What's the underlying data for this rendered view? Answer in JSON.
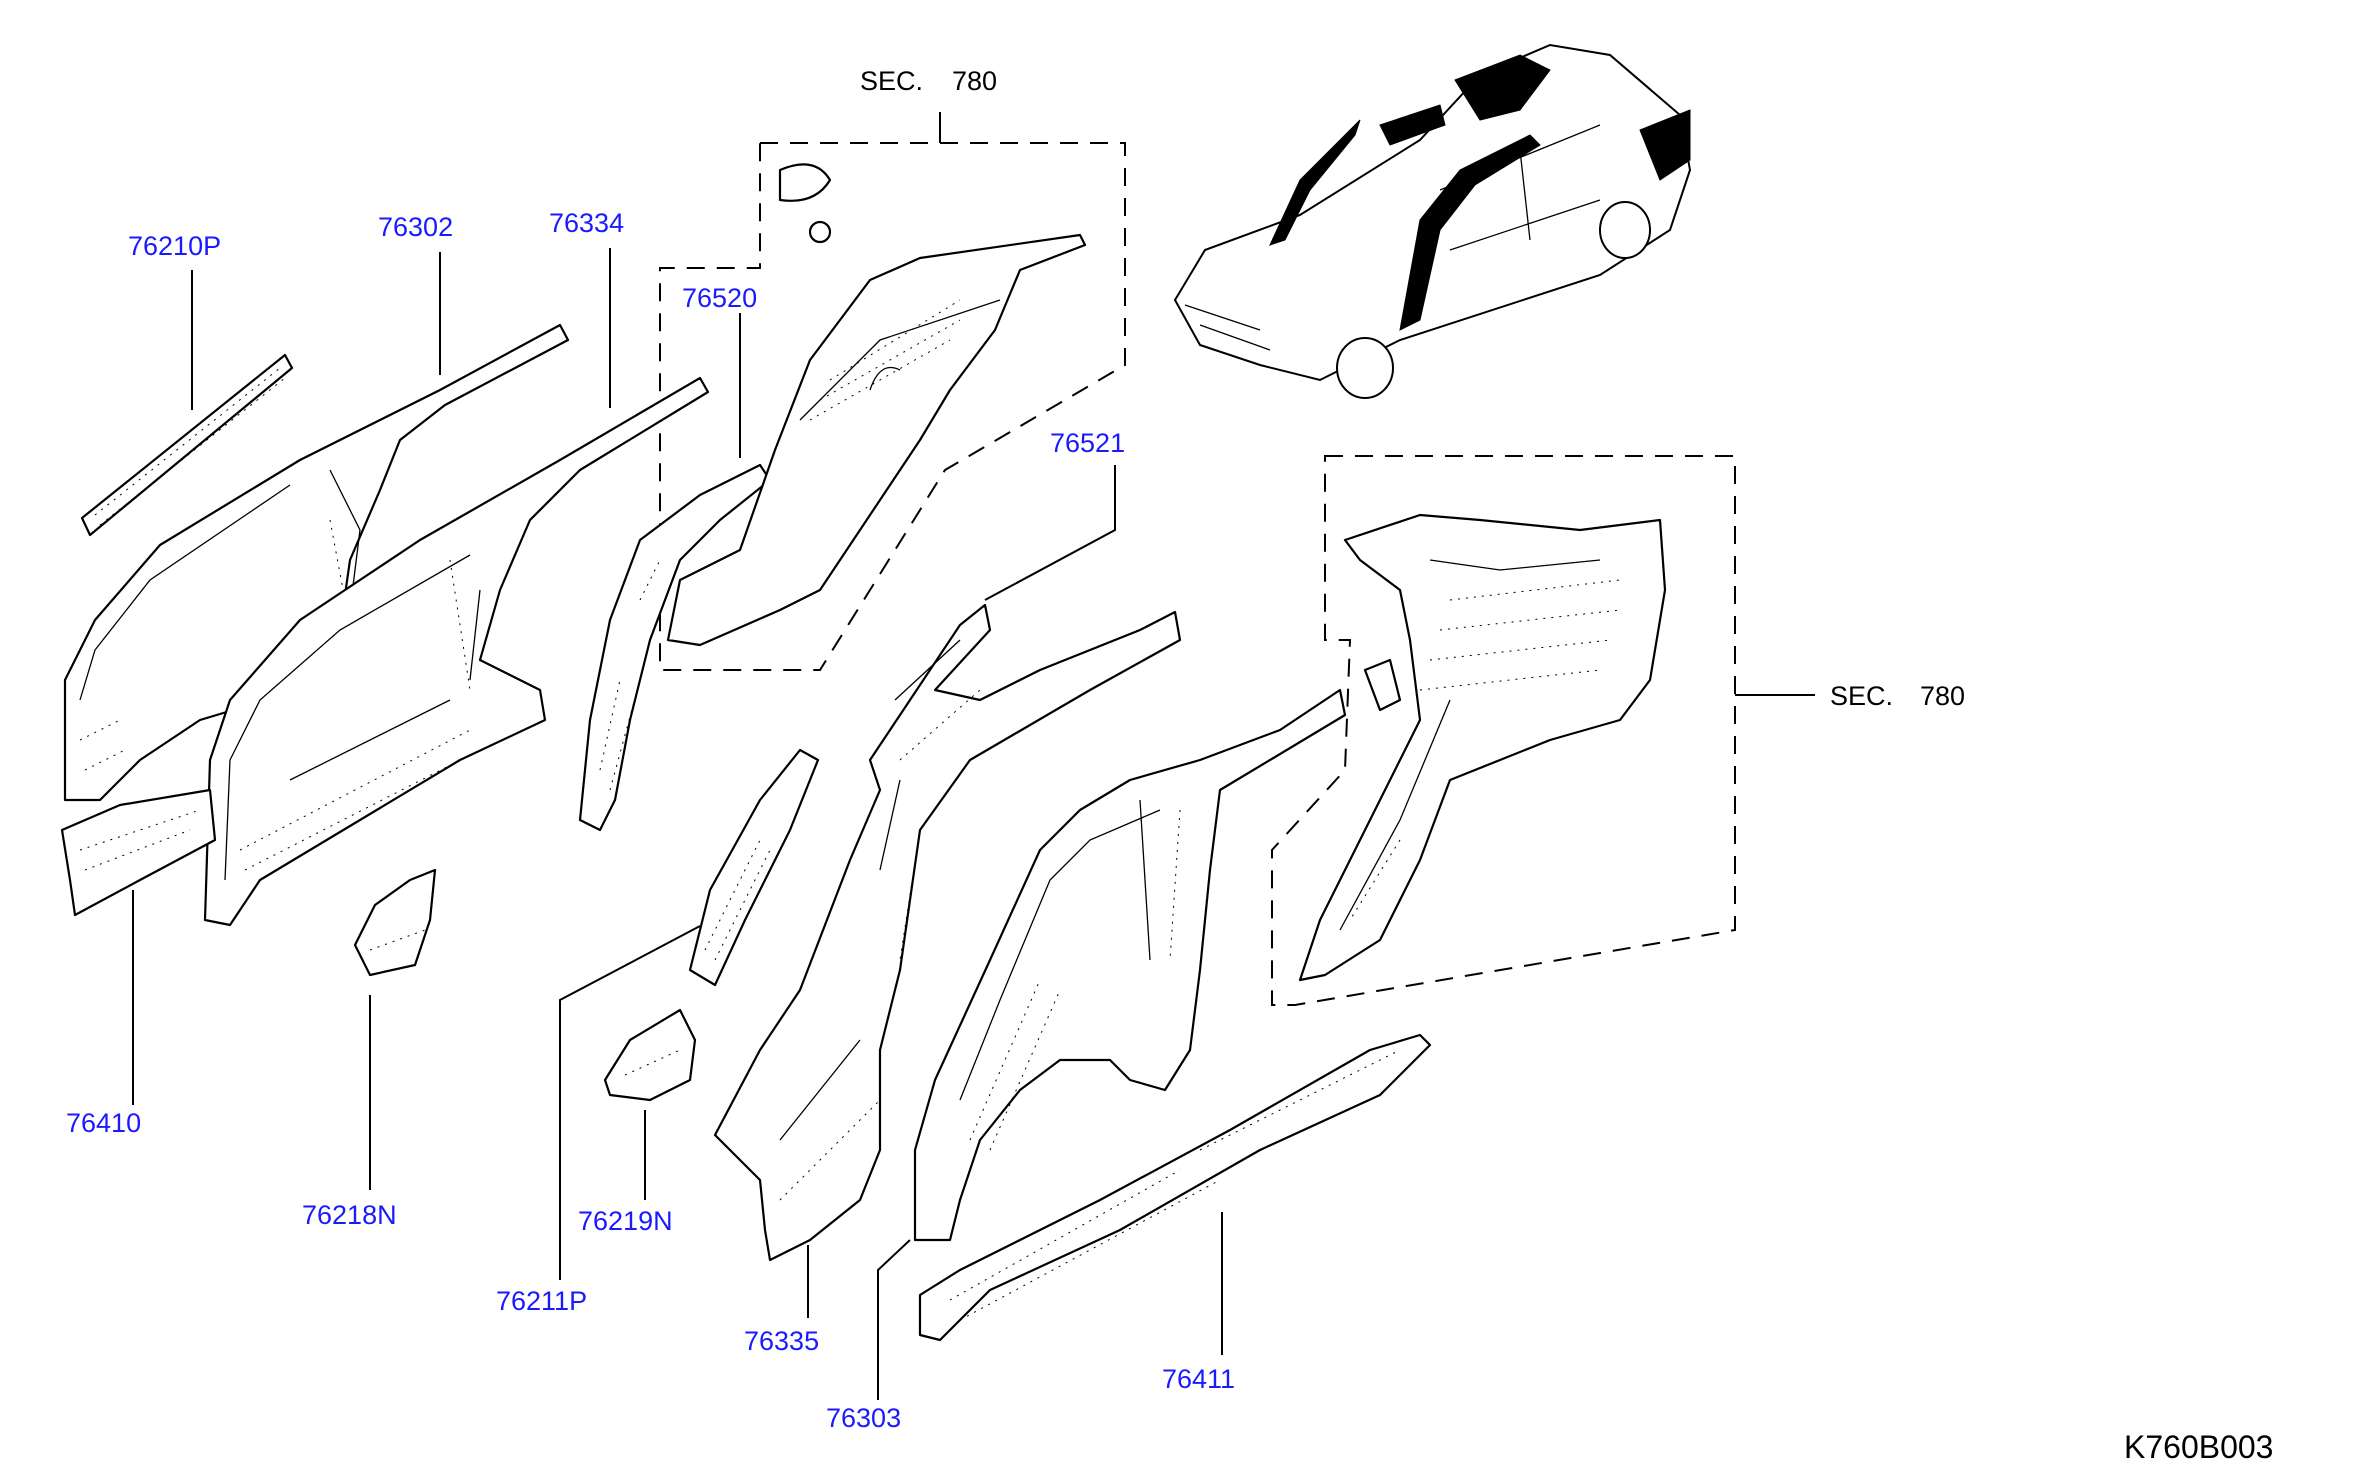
{
  "colors": {
    "part_number": "#1a1aff",
    "section_ref": "#8a2be2",
    "line": "#000000",
    "background": "#ffffff"
  },
  "section_refs": [
    {
      "prefix": "SEC.",
      "number": "780"
    },
    {
      "prefix": "SEC.",
      "number": "780"
    }
  ],
  "part_labels": [
    {
      "id": "p76210P",
      "text": "76210P"
    },
    {
      "id": "p76302",
      "text": "76302"
    },
    {
      "id": "p76334",
      "text": "76334"
    },
    {
      "id": "p76520",
      "text": "76520"
    },
    {
      "id": "p76521",
      "text": "76521"
    },
    {
      "id": "p76410",
      "text": "76410"
    },
    {
      "id": "p76218N",
      "text": "76218N"
    },
    {
      "id": "p76219N",
      "text": "76219N"
    },
    {
      "id": "p76211P",
      "text": "76211P"
    },
    {
      "id": "p76335",
      "text": "76335"
    },
    {
      "id": "p76303",
      "text": "76303"
    },
    {
      "id": "p76411",
      "text": "76411"
    }
  ],
  "diagram_code": "K760B003"
}
